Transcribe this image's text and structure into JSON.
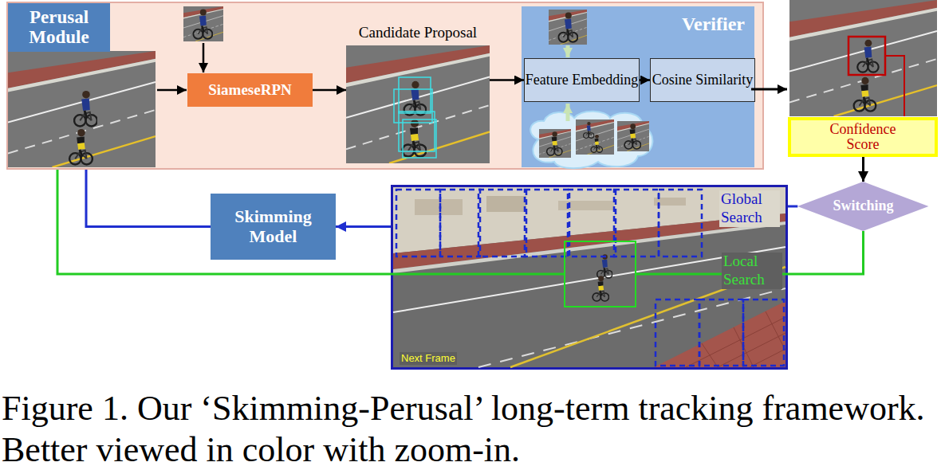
{
  "diagram": {
    "caption": "Figure 1. Our ‘Skimming-Perusal’ long-term tracking framework. Better viewed in color with zoom-in.",
    "nodes": [
      {
        "text": [
          "Perusal Module"
        ]
      },
      {
        "text": [
          "SiameseRPN"
        ],
        "in": 0
      },
      {
        "text": [
          "Candidate Proposal"
        ],
        "in": 0
      },
      {
        "text": [
          "Verifier"
        ],
        "in": 0
      },
      {
        "text": [
          "Feature Embedding"
        ],
        "in": 3
      },
      {
        "text": [
          "Cosine Similarity"
        ],
        "in": 3
      },
      {
        "text": [
          "Confidence Score"
        ]
      },
      {
        "text": [
          "Switching"
        ]
      },
      {
        "text": [
          "Skimming Model"
        ]
      },
      {
        "text": [
          "Global Search",
          "Next Frame"
        ]
      },
      {
        "text": [
          "Local Search"
        ],
        "in": 9
      }
    ],
    "edges": [
      {
        "from": 1,
        "to": 2,
        "arrow": "to"
      },
      {
        "from": 2,
        "to": 4,
        "arrow": "to"
      },
      {
        "from": 4,
        "to": 5,
        "arrow": "to"
      },
      {
        "from": 6,
        "to": 7,
        "arrow": "to"
      },
      {
        "from": 7,
        "to": 9,
        "arrow": "none"
      },
      {
        "from": 7,
        "to": 10,
        "arrow": "none"
      },
      {
        "from": 9,
        "to": 8,
        "arrow": "to"
      },
      {
        "from": 8,
        "to": 0,
        "arrow": "none"
      },
      {
        "from": 10,
        "to": 0,
        "arrow": "none"
      }
    ]
  }
}
